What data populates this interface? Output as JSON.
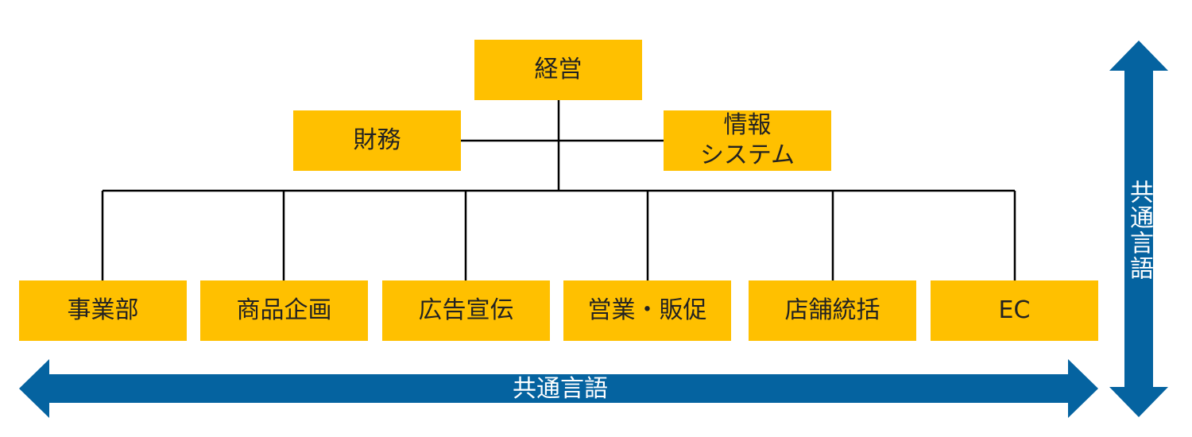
{
  "colors": {
    "box_fill": "#FFC000",
    "connector": "#000000",
    "arrow": "#0563A0",
    "arrow_text": "#FFFFFF"
  },
  "org_chart": {
    "top": {
      "label": "経営"
    },
    "staff_left": {
      "label": "財務"
    },
    "staff_right": {
      "label": "情報\nシステム"
    },
    "departments": [
      {
        "label": "事業部"
      },
      {
        "label": "商品企画"
      },
      {
        "label": "広告宣伝"
      },
      {
        "label": "営業・販促"
      },
      {
        "label": "店舗統括"
      },
      {
        "label": "EC"
      }
    ]
  },
  "arrows": {
    "horizontal": {
      "label": "共通言語",
      "icon": "double-headed-arrow-horizontal"
    },
    "vertical": {
      "label": "共通言語",
      "icon": "double-headed-arrow-vertical"
    }
  }
}
